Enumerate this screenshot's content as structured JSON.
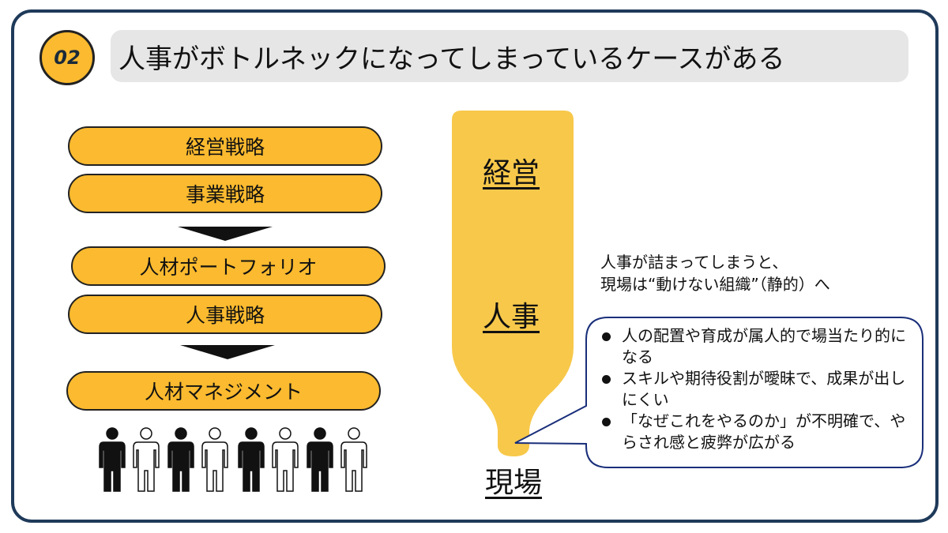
{
  "header": {
    "number": "02",
    "title": "人事がボトルネックになってしまっているケースがある"
  },
  "flow": {
    "items": [
      "経営戦略",
      "事業戦略",
      "人材ポートフォリオ",
      "人事戦略",
      "人材マネジメント"
    ]
  },
  "bottle": {
    "top_label": "経営",
    "middle_label": "人事",
    "bottom_label": "現場"
  },
  "note": {
    "line1": "人事が詰まってしまうと、",
    "line2": "現場は“動けない組織”（静的）へ"
  },
  "callout": {
    "bullets": [
      "人の配置や育成が属人的で場当たり的になる",
      "スキルや期待役割が曖昧で、成果が出しにくい",
      "「なぜこれをやるのか」が不明確で、やらされ感と疲弊が広がる"
    ]
  },
  "colors": {
    "accent": "#fbba2f",
    "bottle": "#f7c84a",
    "frame": "#1f3a5a",
    "callout_border": "#1a2f7a"
  }
}
